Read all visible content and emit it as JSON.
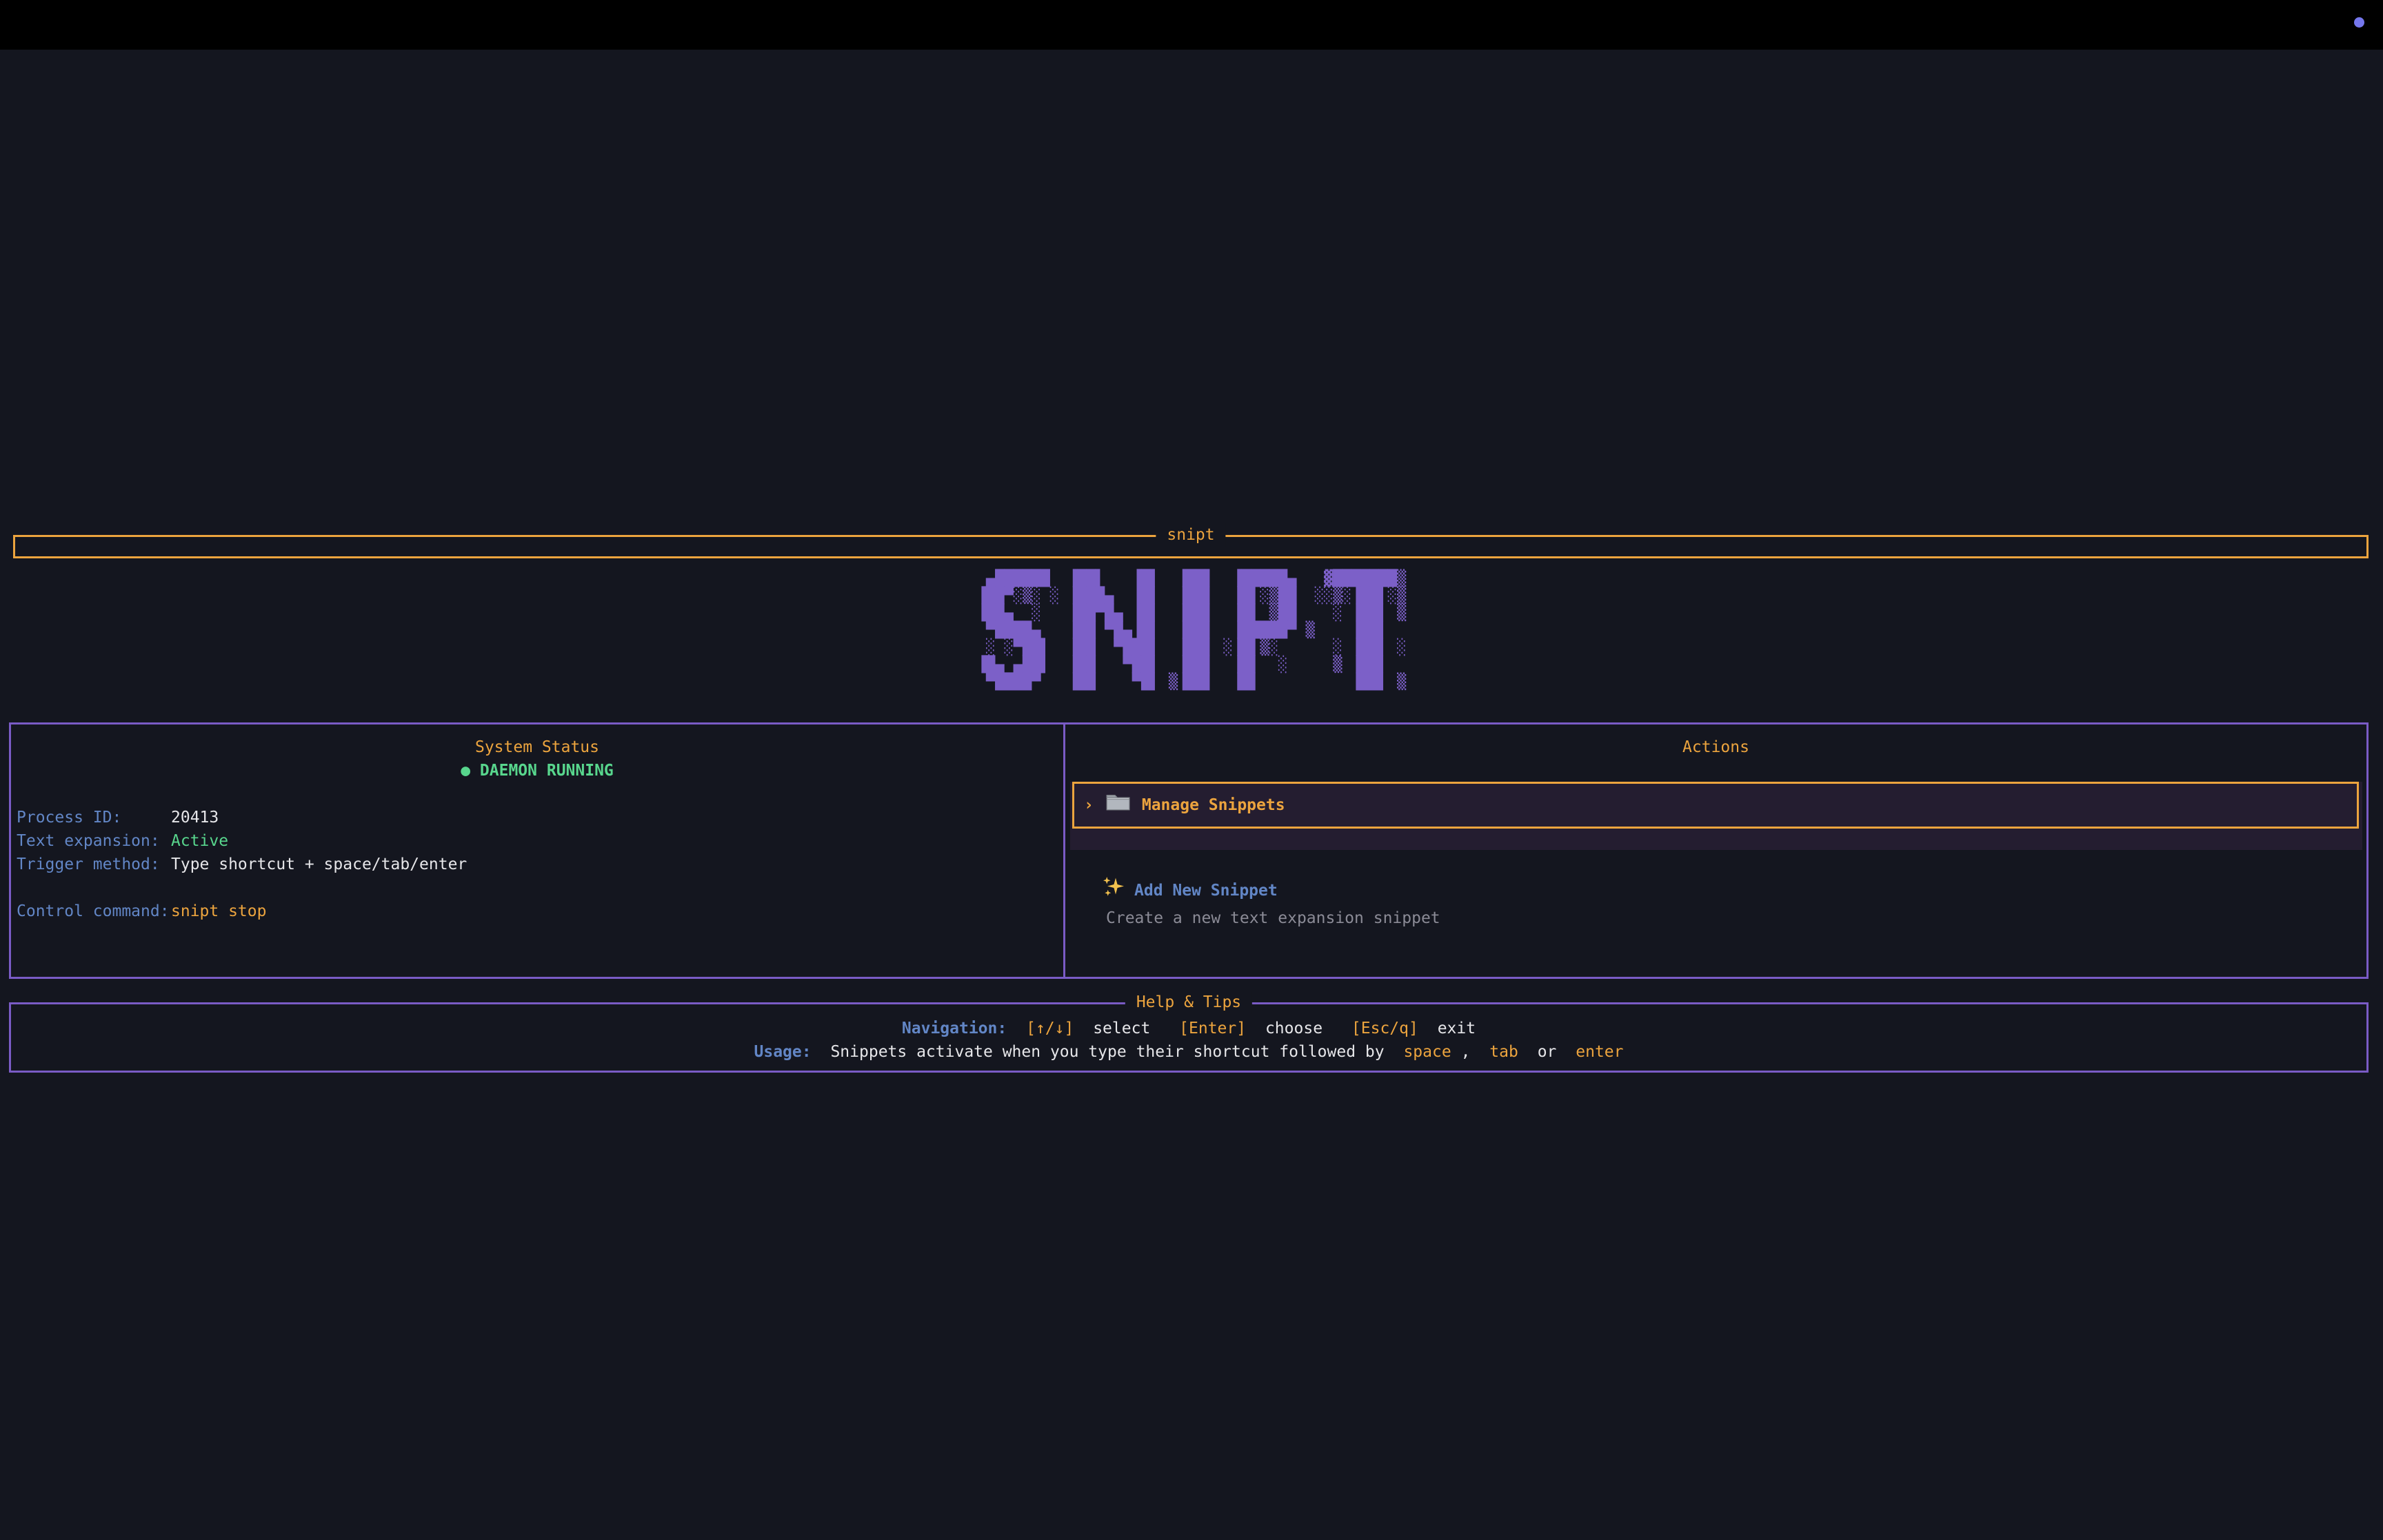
{
  "window": {
    "top_bar_color": "#000000",
    "accent_dot_color": "#7577ed"
  },
  "title_bar": {
    "label": "snipt"
  },
  "logo": {
    "text": "SNIPT",
    "color": "#7c60c8",
    "lines": [
      " ▄██████  ▐██▌   ▐█▌  ▐██▌  ▐█████▄   ▓███████▒",
      "▐██▀░▒░ ░ ▐███▄  ▐█▌  ▐██▌  ▐█▌░▒██  ░░▒░▐██▌░▒",
      "▐██▄  ░   ▐██▀█▄ ▐█▌  ▐██▌  ▐█▌ ▒██    ░ ▐██▌ ▒",
      " ▀████▄   ▐██ ▀█▄▐█▌  ▐██▌  ▐█████▀ ▒    ▐██▌  ",
      " ░ ░▀██▌  ▐██  ▀███▌  ▐██▌ ░▐█▌▒░      ░ ▐██▌ ░",
      "▐█▄ ▄██▌  ▐██   ▀██▌  ▐██▌  ▐█▌  ░     ▒ ▐██▌  ",
      " ▀████▀   ▐██    ▀█▌ ▒▐██▌  ▐█▌          ▐██▌ ▒"
    ]
  },
  "status_panel": {
    "title": "System Status",
    "daemon_indicator": "●",
    "daemon_status": "DAEMON RUNNING",
    "rows": [
      {
        "label": "Process ID:",
        "value": "20413"
      },
      {
        "label": "Text expansion:",
        "value": "Active"
      },
      {
        "label": "Trigger method:",
        "value": "Type shortcut + space/tab/enter"
      }
    ],
    "control": {
      "label": "Control command:",
      "value": "snipt stop"
    }
  },
  "actions_panel": {
    "title": "Actions",
    "selected_item": {
      "chevron": "›",
      "icon": "folder-icon",
      "label": "Manage Snippets"
    },
    "add_item": {
      "icon": "sparkles-icon",
      "label": "Add New Snippet",
      "description": "Create a new text expansion snippet"
    }
  },
  "help_panel": {
    "title": "Help & Tips",
    "navigation": {
      "label": "Navigation:",
      "key1": "[↑/↓]",
      "action1": "select",
      "key2": "[Enter]",
      "action2": "choose",
      "key3": "[Esc/q]",
      "action3": "exit"
    },
    "usage": {
      "label": "Usage:",
      "text": "Snippets activate when you type their shortcut followed by",
      "key1": "space",
      "comma": ",",
      "key2": "tab",
      "or_word": "or",
      "key3": "enter"
    }
  },
  "colors": {
    "background": "#14161f",
    "accent_orange": "#eca43e",
    "accent_purple_border": "#7a5bc5",
    "logo_purple": "#7c60c8",
    "label_blue": "#6286c6",
    "status_green": "#58d68d",
    "text_white": "#e6e6e9",
    "text_gray": "#8b8b96",
    "selected_bg": "#241d30"
  }
}
